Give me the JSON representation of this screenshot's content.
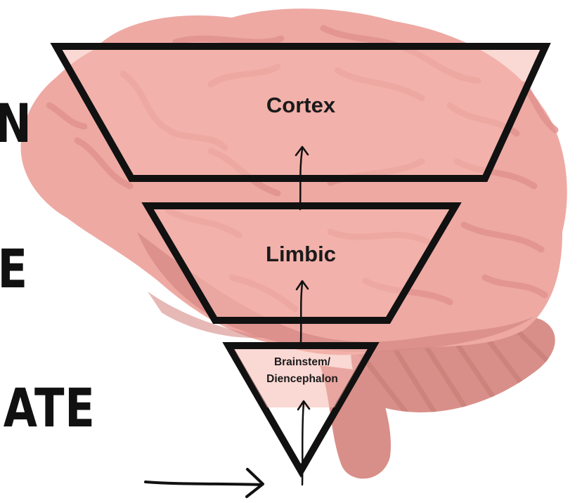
{
  "side_words": [
    "N",
    "E",
    "ATE"
  ],
  "layers": {
    "cortex": "Cortex",
    "limbic": "Limbic",
    "brainstem_line1": "Brainstem/",
    "brainstem_line2": "Diencephalon"
  },
  "icons": {
    "brain": "brain-illustration",
    "arrows": "up-arrow"
  },
  "colors": {
    "brain_base": "#eea9a3",
    "brain_highlight": "#f3bab3",
    "brain_shadow": "#d68a86",
    "cerebellum": "#d98f89",
    "gyri": "#e2938f",
    "outline": "#111111",
    "trapezoid_fill": "#f5b8b1"
  }
}
